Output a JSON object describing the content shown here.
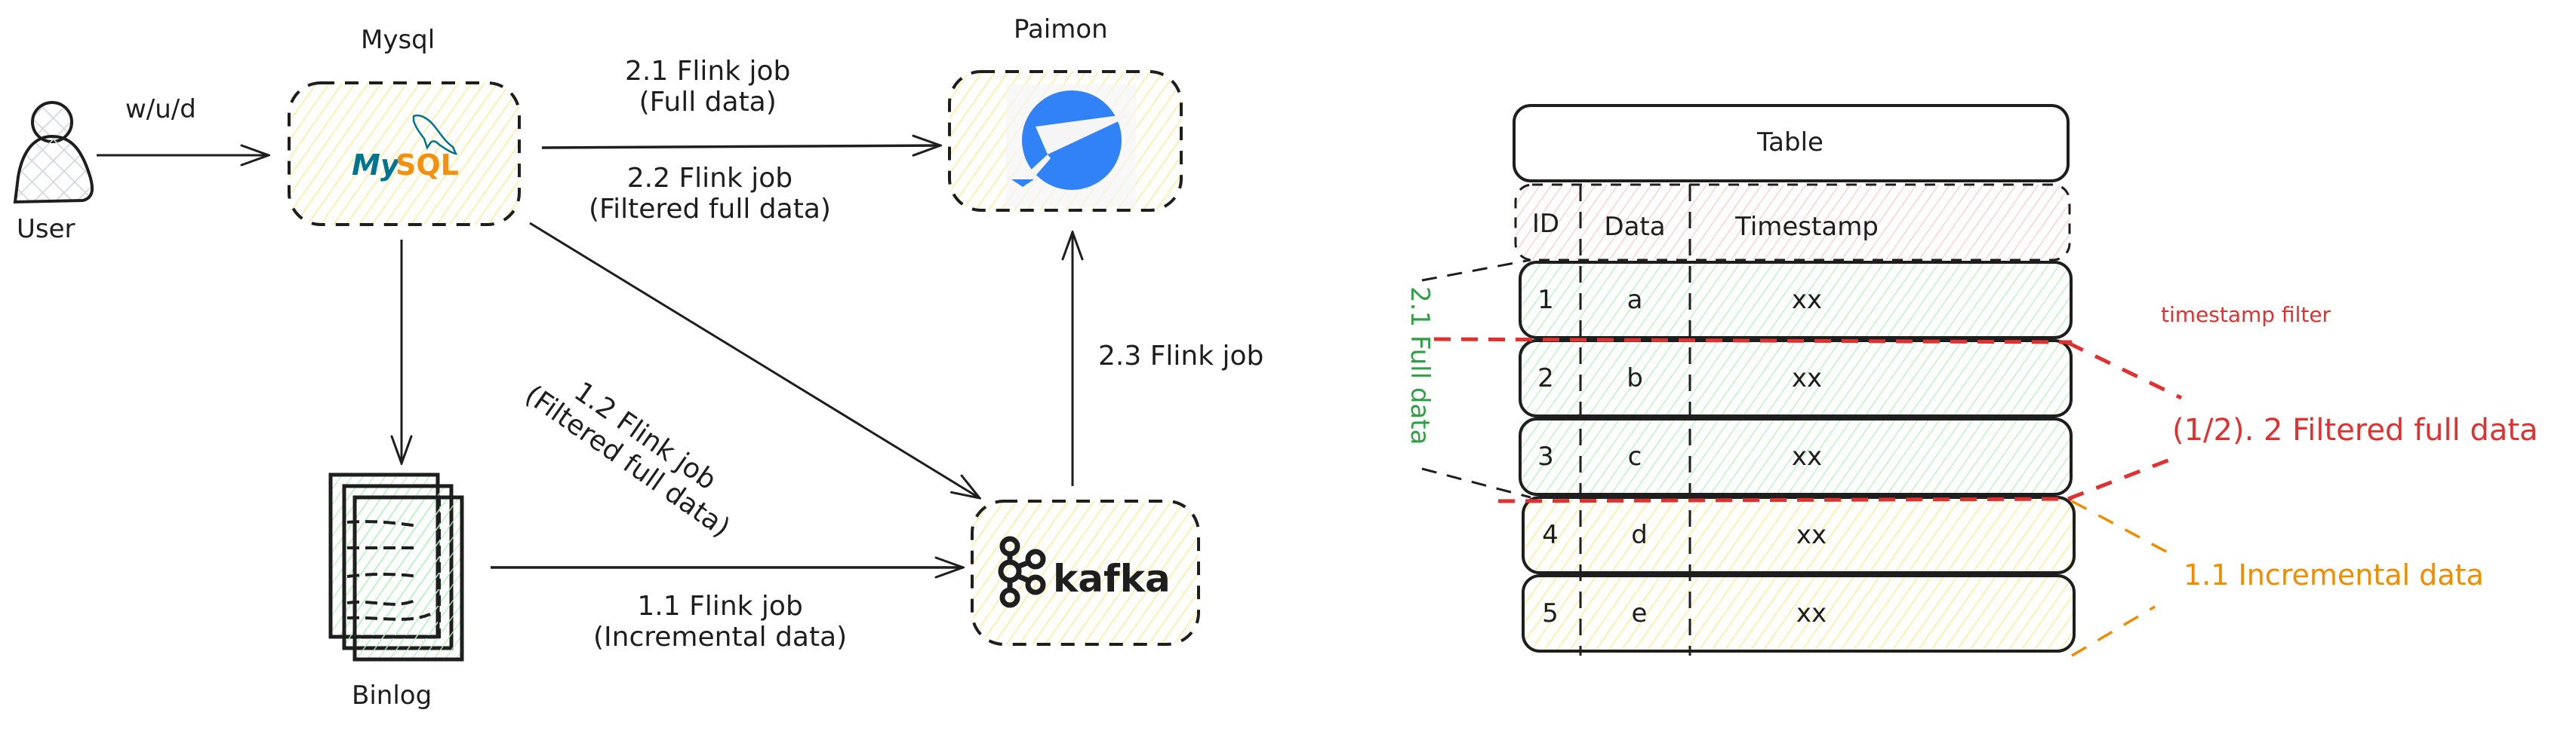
{
  "colors": {
    "stroke": "#1e1e1e",
    "yellow_fill": "#ffec99",
    "green_fill": "#b2f2bb",
    "red_fill": "#ffc9c9",
    "user_fill": "#ced4da",
    "red_accent": "#e03131",
    "green_accent": "#2f9e44",
    "orange_accent": "#f08c00",
    "paimon_blue": "#3182f6",
    "mysql_blue": "#00758f",
    "mysql_orange": "#f29111"
  },
  "nodes": {
    "user": {
      "label": "User",
      "icon": "user-icon"
    },
    "mysql": {
      "title": "Mysql",
      "logo_text_my": "My",
      "logo_text_sql": "SQL",
      "icon": "mysql-dolphin-icon"
    },
    "paimon": {
      "title": "Paimon",
      "icon": "paimon-logo-icon"
    },
    "binlog": {
      "label": "Binlog",
      "icon": "document-stack-icon"
    },
    "kafka": {
      "logo_text": "kafka",
      "icon": "kafka-logo-icon"
    }
  },
  "edges": {
    "user_to_mysql": "w/u/d",
    "mysql_to_paimon_1": "2.1 Flink job",
    "mysql_to_paimon_1b": "(Full data)",
    "mysql_to_paimon_2": "2.2 Flink job",
    "mysql_to_paimon_2b": "(Filtered full data)",
    "mysql_to_kafka_1": "1.2 Flink job",
    "mysql_to_kafka_1b": "(Filtered full data)",
    "kafka_to_paimon": "2.3 Flink job",
    "binlog_to_kafka_1": "1.1 Flink job",
    "binlog_to_kafka_1b": "(Incremental data)"
  },
  "table": {
    "title": "Table",
    "columns": [
      "ID",
      "Data",
      "Timestamp"
    ],
    "rows": [
      {
        "id": "1",
        "data": "a",
        "timestamp": "xx",
        "group": "full"
      },
      {
        "id": "2",
        "data": "b",
        "timestamp": "xx",
        "group": "full"
      },
      {
        "id": "3",
        "data": "c",
        "timestamp": "xx",
        "group": "full"
      },
      {
        "id": "4",
        "data": "d",
        "timestamp": "xx",
        "group": "incremental"
      },
      {
        "id": "5",
        "data": "e",
        "timestamp": "xx",
        "group": "incremental"
      }
    ]
  },
  "annotations": {
    "full_data": "2.1 Full data",
    "timestamp_filter": "timestamp filter",
    "filtered_full_data": "(1/2). 2 Filtered full data",
    "incremental_data": "1.1 Incremental data"
  }
}
